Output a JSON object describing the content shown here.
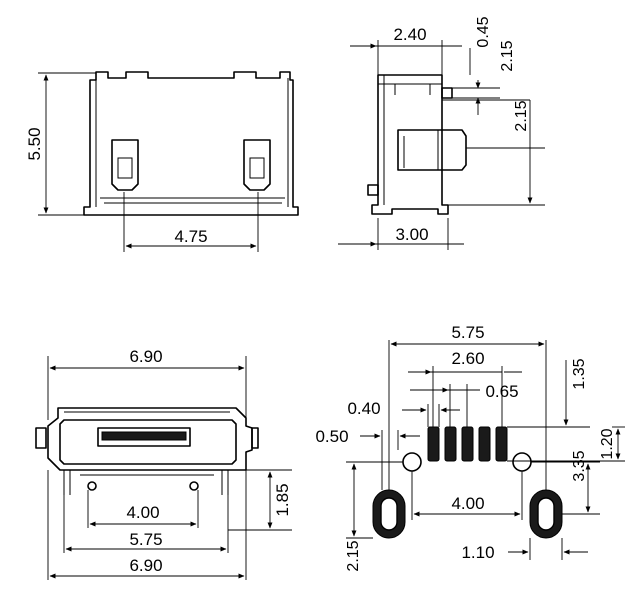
{
  "top_view": {
    "height": "5.50",
    "pad_span": "4.75"
  },
  "side_view": {
    "width_top": "2.40",
    "offset_top": "0.45",
    "step_upper": "2.15",
    "step_lower": "2.15",
    "depth": "3.00"
  },
  "front_view": {
    "width_top": "6.90",
    "peg_span_inner": "4.00",
    "leg_span": "5.75",
    "width_bottom": "6.90",
    "height_side": "1.85"
  },
  "footprint": {
    "outer_span": "5.75",
    "pad_group": "2.60",
    "pitch": "0.65",
    "pad_width": "0.40",
    "pad_offset": "0.50",
    "top_offset": "1.35",
    "pad_length": "1.20",
    "hole_offset": "3.35",
    "peg_span": "4.00",
    "slot_height": "2.15",
    "slot_width": "1.10"
  }
}
